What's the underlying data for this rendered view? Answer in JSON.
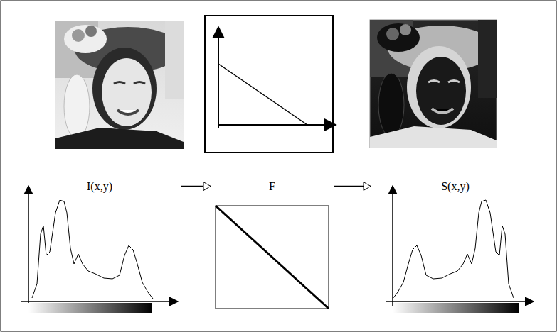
{
  "diagram": {
    "nodes": [
      {
        "text": [
          "I(x,y)"
        ]
      },
      {
        "text": [
          "F"
        ]
      },
      {
        "text": [
          "S(x,y)"
        ]
      }
    ],
    "edges": [
      {
        "from": 0,
        "to": 1,
        "arrow": "to"
      },
      {
        "from": 1,
        "to": 2,
        "arrow": "to"
      }
    ]
  }
}
